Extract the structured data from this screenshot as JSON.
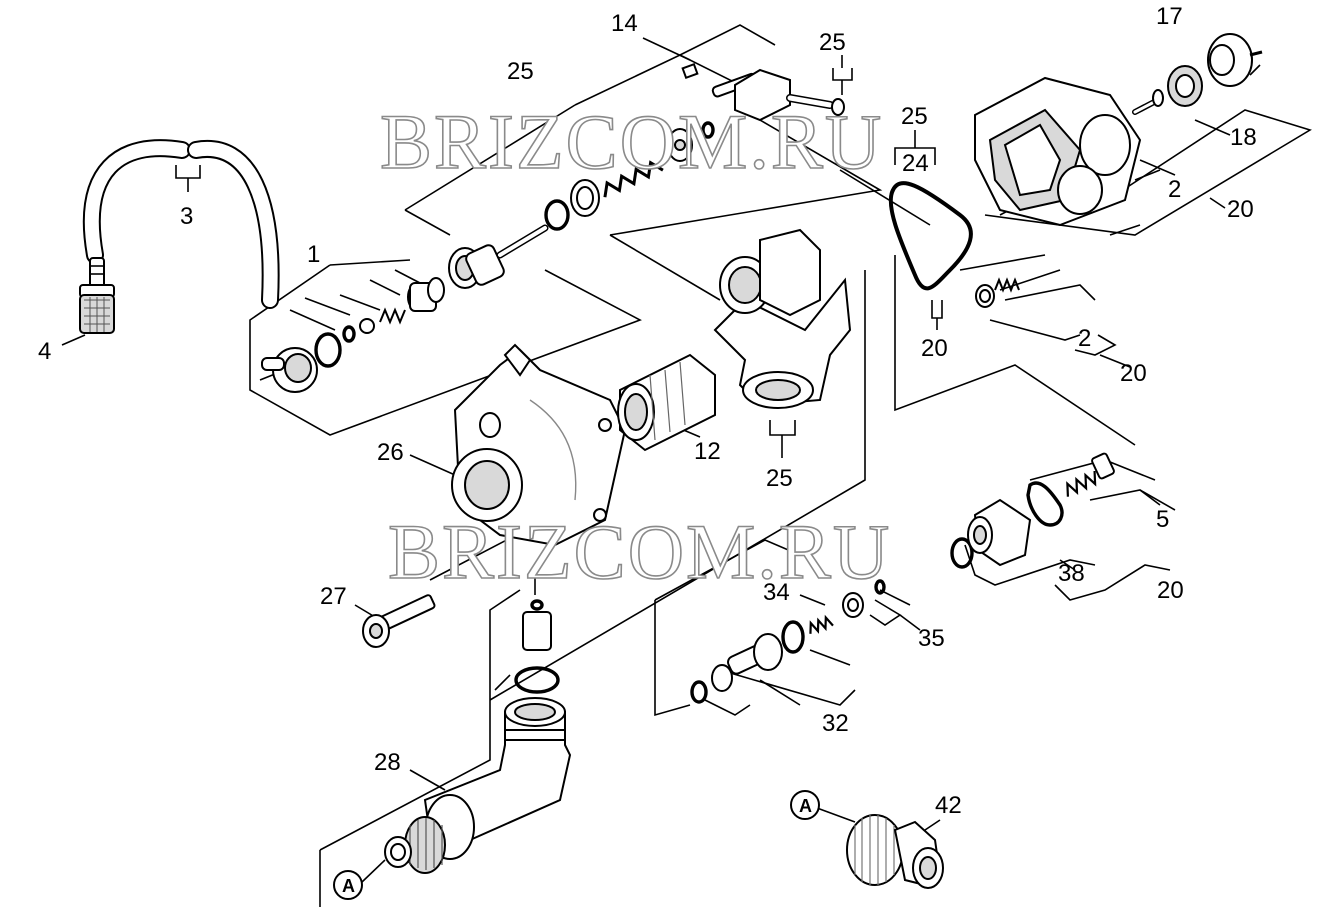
{
  "watermark": {
    "text": "BRIZCOM.RU"
  },
  "callouts": {
    "n1": "1",
    "n2a": "2",
    "n2b": "2",
    "n3": "3",
    "n4": "4",
    "n5": "5",
    "n12": "12",
    "n14": "14",
    "n17": "17",
    "n18": "18",
    "n20a": "20",
    "n20b": "20",
    "n20c": "20",
    "n20d": "20",
    "n24": "24",
    "n25a": "25",
    "n25b": "25",
    "n25c": "25",
    "n25d": "25",
    "n26": "26",
    "n27": "27",
    "n28": "28",
    "n32": "32",
    "n34": "34",
    "n35": "35",
    "n38": "38",
    "n42": "42"
  },
  "connectors": {
    "a1": "A",
    "a2": "A"
  }
}
